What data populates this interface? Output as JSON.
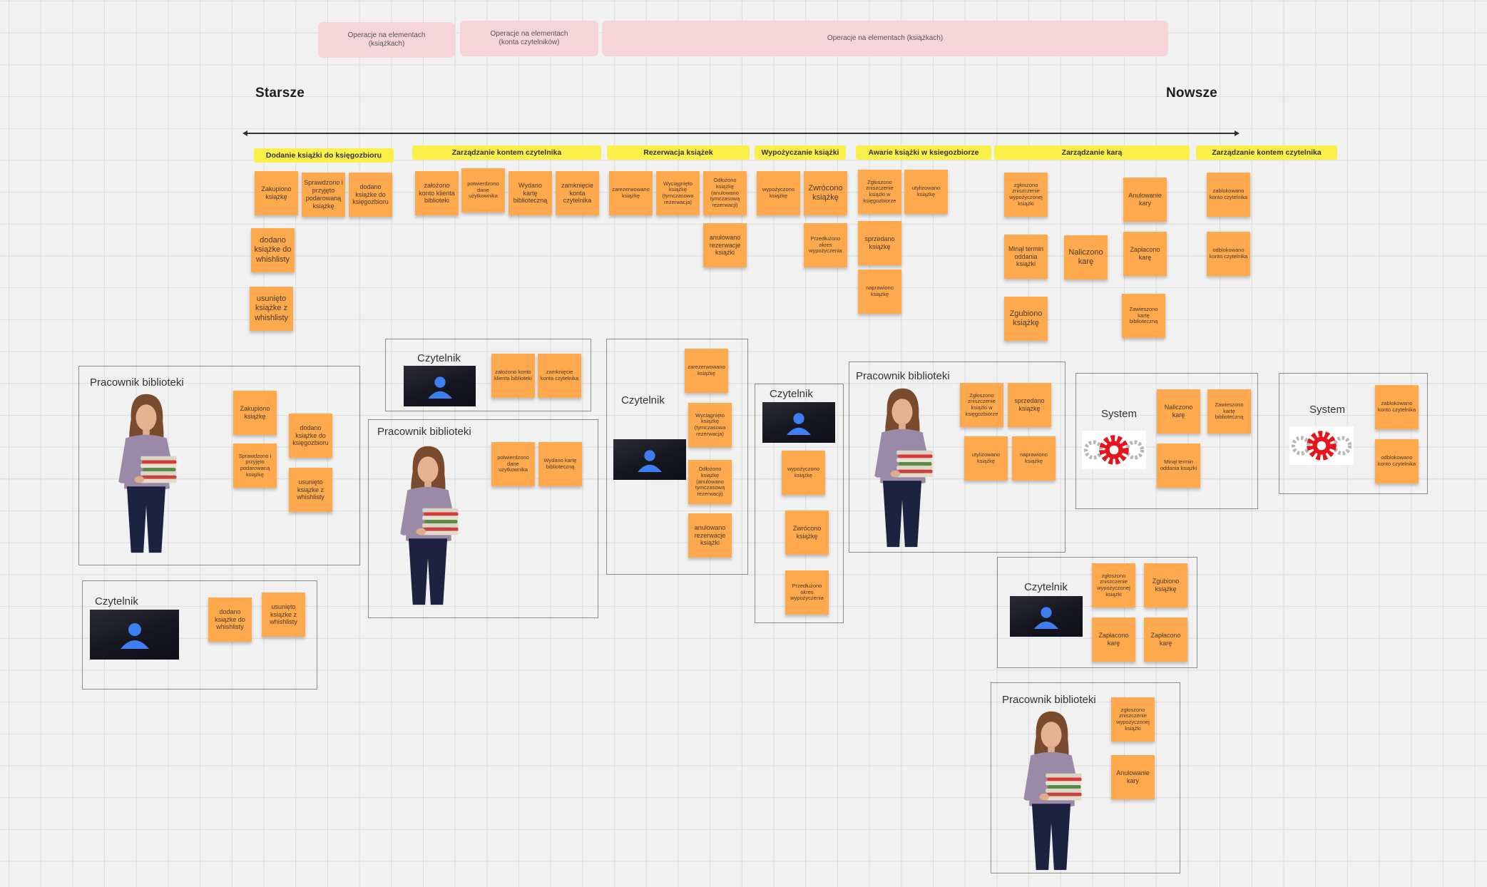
{
  "headers": [
    {
      "text": "Operacje na elementach\n(książkach)"
    },
    {
      "text": "Operacje na elementach\n(konta czytelników)"
    },
    {
      "text": "Operacje na elementach (książkach)"
    }
  ],
  "timeline": {
    "start_label": "Starsze",
    "end_label": "Nowsze"
  },
  "categories": [
    "Dodanie książki do księgozbioru",
    "Zarządzanie kontem czytelnika",
    "Rezerwacja książek",
    "Wypożyczanie książki",
    "Awarie książki w ksiegozbiorze",
    "Zarządzanie karą",
    "Zarządzanie kontem czytelnika"
  ],
  "events": [
    "Zakupiono książkę",
    "Sprawdzono i przyjęto podarowaną książkę",
    "dodano książke do księgozbioru",
    "dodano książke do whishlisty",
    "usunięto książke z whishlisty",
    "założono konto klienta biblioteki",
    "potwierdzono dane użytkownika",
    "Wydano kartę biblioteczną",
    "zamknięcie konta czytelnika",
    "zarezerwowano książkę",
    "Wyciągnięto książkę (tymczasowa rezerwacja)",
    "Odłożono książkę (anulowano tymczasową rezerwacji)",
    "anulowano rezerwacje książki",
    "wypożyczono książkę",
    "Zwrócono książkę",
    "Przedłużono okres wypożyczenia",
    "Zgłoszono zniszczenie książki w księgozbiorze",
    "utylizowano książkę",
    "sprzedano książkę",
    "naprawiono książkę",
    "zgłoszono zniszczenie wypożyczonej książki",
    "Minął termin oddania książki",
    "Zgubiono książkę",
    "Naliczono karę",
    "Anulowanie kary",
    "Zapłacono karę",
    "Zawieszono kartę biblioteczną",
    "zablokowano konto czytelnika",
    "odblokowano konto czytelnika"
  ],
  "actors": {
    "librarian": "Pracownik biblioteki",
    "reader": "Czytelnik",
    "system": "System"
  },
  "colors": {
    "sticky": "#fea94e",
    "category": "#fbf04a",
    "header": "#f5d5da",
    "gear": "#e8141c"
  },
  "icons": {
    "reader": "user-avatar-icon",
    "librarian": "librarian-illustration",
    "system": "gear-icon"
  }
}
